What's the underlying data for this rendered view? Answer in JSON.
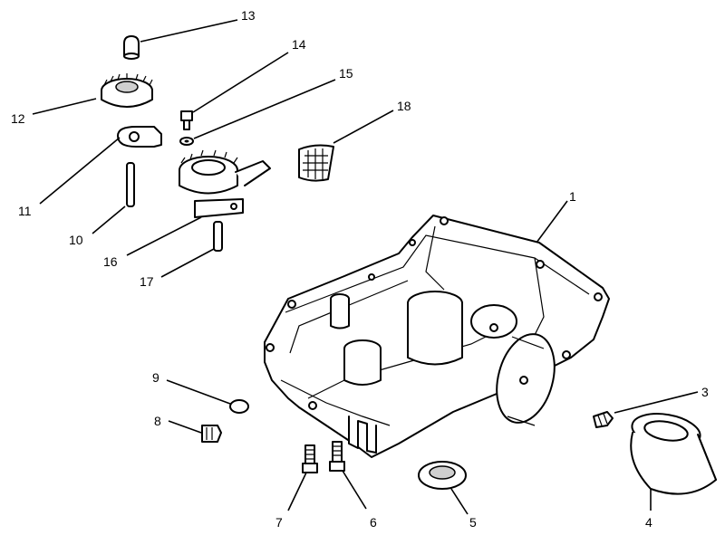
{
  "diagram": {
    "callouts": [
      {
        "id": "1",
        "label": "1"
      },
      {
        "id": "3",
        "label": "3"
      },
      {
        "id": "4",
        "label": "4"
      },
      {
        "id": "5",
        "label": "5"
      },
      {
        "id": "6",
        "label": "6"
      },
      {
        "id": "7",
        "label": "7"
      },
      {
        "id": "8",
        "label": "8"
      },
      {
        "id": "9",
        "label": "9"
      },
      {
        "id": "10",
        "label": "10"
      },
      {
        "id": "11",
        "label": "11"
      },
      {
        "id": "12",
        "label": "12"
      },
      {
        "id": "13",
        "label": "13"
      },
      {
        "id": "14",
        "label": "14"
      },
      {
        "id": "15",
        "label": "15"
      },
      {
        "id": "16",
        "label": "16"
      },
      {
        "id": "17",
        "label": "17"
      },
      {
        "id": "18",
        "label": "18"
      }
    ]
  }
}
